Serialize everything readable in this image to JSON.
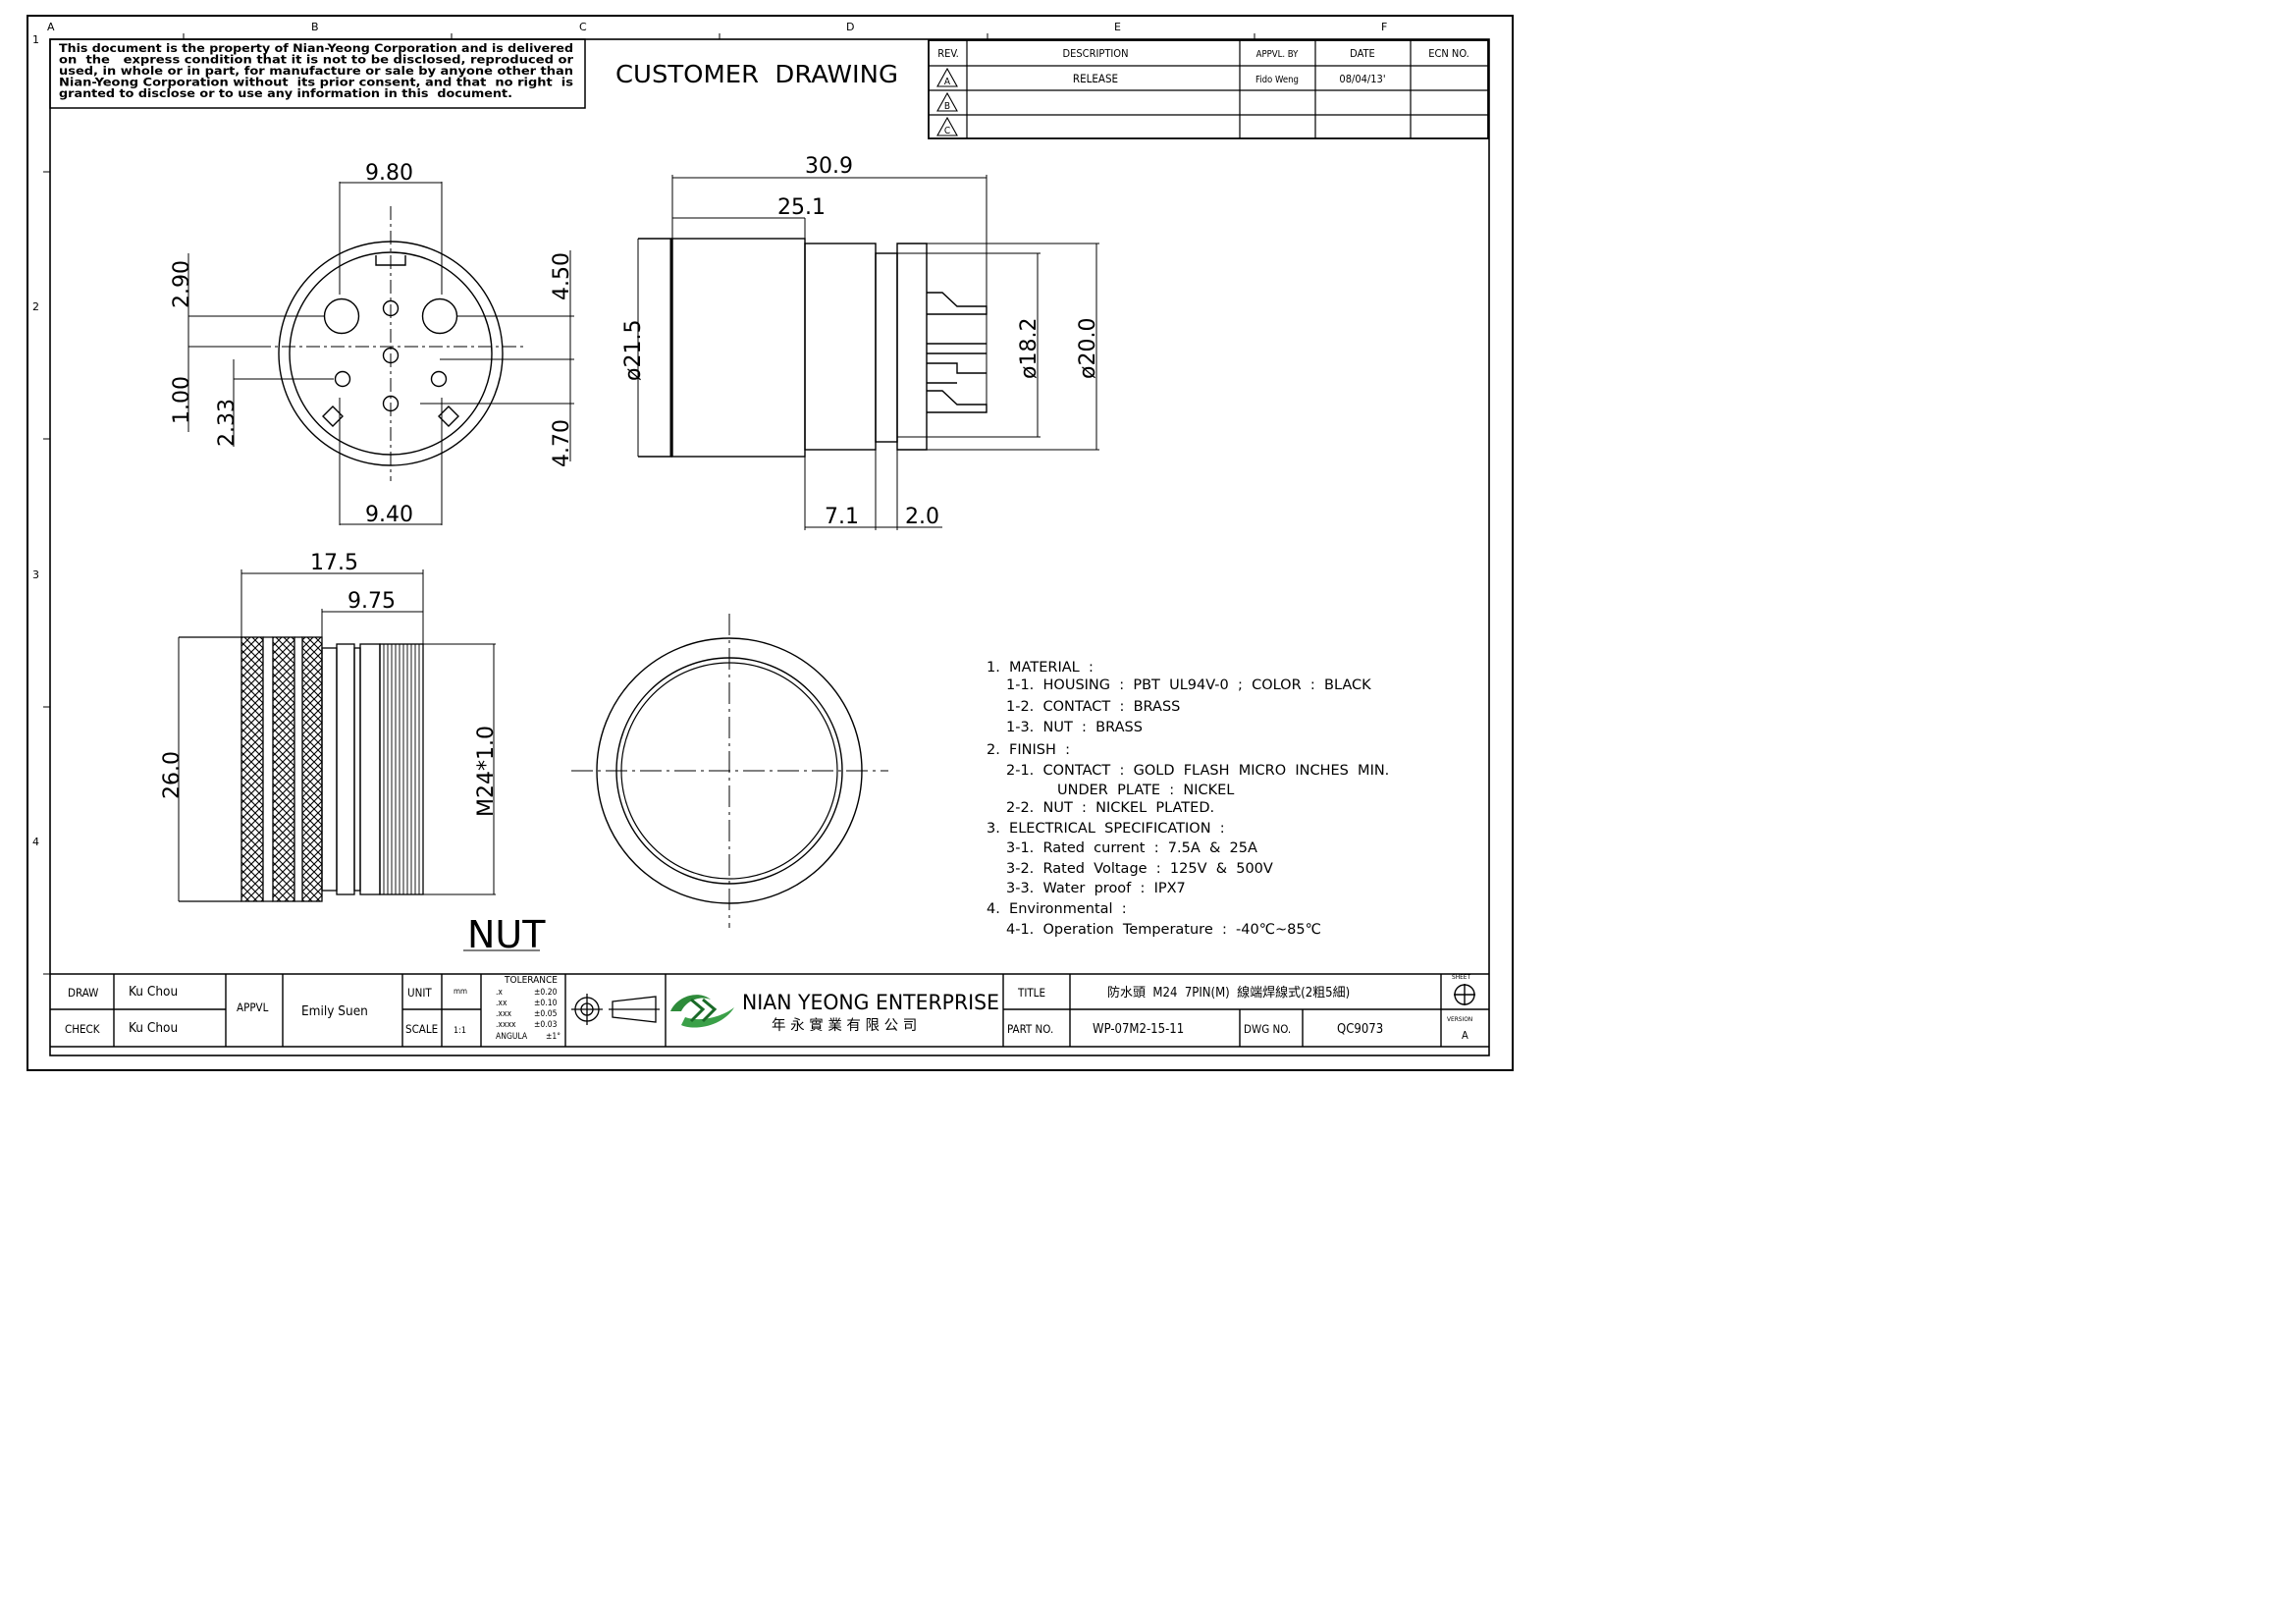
{
  "grid": {
    "columns": [
      "A",
      "B",
      "C",
      "D",
      "E",
      "F"
    ],
    "rows": [
      "1",
      "2",
      "3",
      "4"
    ]
  },
  "disclaimer": [
    "This document is the property of Nian-Yeong Corporation and is delivered",
    "on  the   express condition that it is not to be disclosed, reproduced or",
    "used, in whole or in part, for manufacture or sale by anyone other than",
    "Nian-Yeong Corporation without  its prior consent, and that  no right  is",
    "granted to disclose or to use any information in this  document."
  ],
  "header_title": "CUSTOMER  DRAWING",
  "revision_table": {
    "headers": {
      "rev": "REV.",
      "description": "DESCRIPTION",
      "approved_by": "APPVL. BY",
      "date": "DATE",
      "ecn": "ECN NO."
    },
    "rows": [
      {
        "rev": "A",
        "description": "RELEASE",
        "approved_by": "Fido Weng",
        "date": "08/04/13'",
        "ecn": ""
      },
      {
        "rev": "B",
        "description": "",
        "approved_by": "",
        "date": "",
        "ecn": ""
      },
      {
        "rev": "C",
        "description": "",
        "approved_by": "",
        "date": "",
        "ecn": ""
      }
    ]
  },
  "front_view_dims": {
    "top_width": "9.80",
    "bottom_width": "9.40",
    "left_upper": "2.90",
    "left_lower": "1.00",
    "left_offset": "2.33",
    "right_upper": "4.50",
    "right_lower": "4.70"
  },
  "side_view_dims": {
    "overall_length": "30.9",
    "body_length": "25.1",
    "outer_diameter": "ø21.5",
    "inner_diameter": "ø18.2",
    "tail_diameter": "ø20.0",
    "step_length": "7.1",
    "gap_length": "2.0"
  },
  "nut_view_dims": {
    "overall_length": "17.5",
    "thread_length": "9.75",
    "height": "26.0",
    "thread": "M24*1.0",
    "label": "NUT"
  },
  "specs": [
    "1.  MATERIAL  :",
    "1-1.  HOUSING  :  PBT  UL94V-0  ;  COLOR  :  BLACK",
    "1-2.  CONTACT  :  BRASS",
    "1-3.  NUT  :  BRASS",
    "2.  FINISH  :",
    "2-1.  CONTACT  :  GOLD  FLASH  MICRO  INCHES  MIN.",
    "UNDER  PLATE  :  NICKEL",
    "2-2.  NUT  :  NICKEL  PLATED.",
    "3.  ELECTRICAL  SPECIFICATION  :",
    "3-1.  Rated  current  :  7.5A  &  25A",
    "3-2.  Rated  Voltage  :  125V  &  500V",
    "3-3.  Water  proof  :  IPX7",
    "4.  Environmental  :",
    "4-1.  Operation  Temperature  :  -40℃~85℃"
  ],
  "title_block": {
    "draw_label": "DRAW",
    "draw_value": "Ku Chou",
    "check_label": "CHECK",
    "check_value": "Ku Chou",
    "appvl_label": "APPVL",
    "appvl_value": "Emily Suen",
    "unit_label": "UNIT",
    "unit_value": "mm",
    "scale_label": "SCALE",
    "scale_value": "1:1",
    "tolerance_title": "TOLERANCE",
    "tolerance_rows": [
      {
        "k": ".x",
        "v": "±0.20"
      },
      {
        "k": ".xx",
        "v": "±0.10"
      },
      {
        "k": ".xxx",
        "v": "±0.05"
      },
      {
        "k": ".xxxx",
        "v": "±0.03"
      },
      {
        "k": "ANGULA",
        "v": "±1°"
      }
    ],
    "company_name": "NIAN YEONG ENTERPRISE",
    "company_name_cn": "年 永 實 業 有 限 公 司",
    "title_label": "TITLE",
    "title_value": "防水頭  M24  7PIN(M)  線端焊線式(2粗5細)",
    "part_label": "PART NO.",
    "part_value": "WP-07M2-15-11",
    "dwg_label": "DWG NO.",
    "dwg_value": "QC9073",
    "sheet_label": "SHEET",
    "version_label": "VERSION",
    "version_value": "A"
  }
}
